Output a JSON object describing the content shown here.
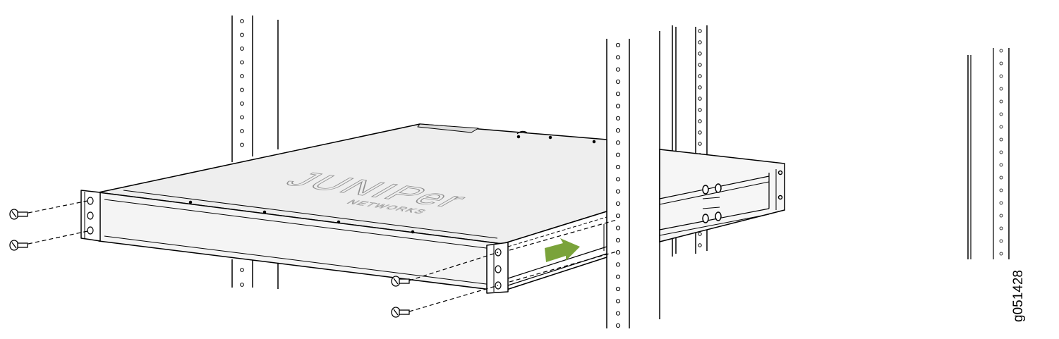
{
  "figure": {
    "id_label": "g051428",
    "brand_wordmark": "JUNIPer",
    "brand_subtext": "NETWORKS",
    "arrow_color": "#7aa33a",
    "line_color": "#000000",
    "device_top_color": "#eeeeee",
    "device_front_color": "#f4f4f4"
  }
}
